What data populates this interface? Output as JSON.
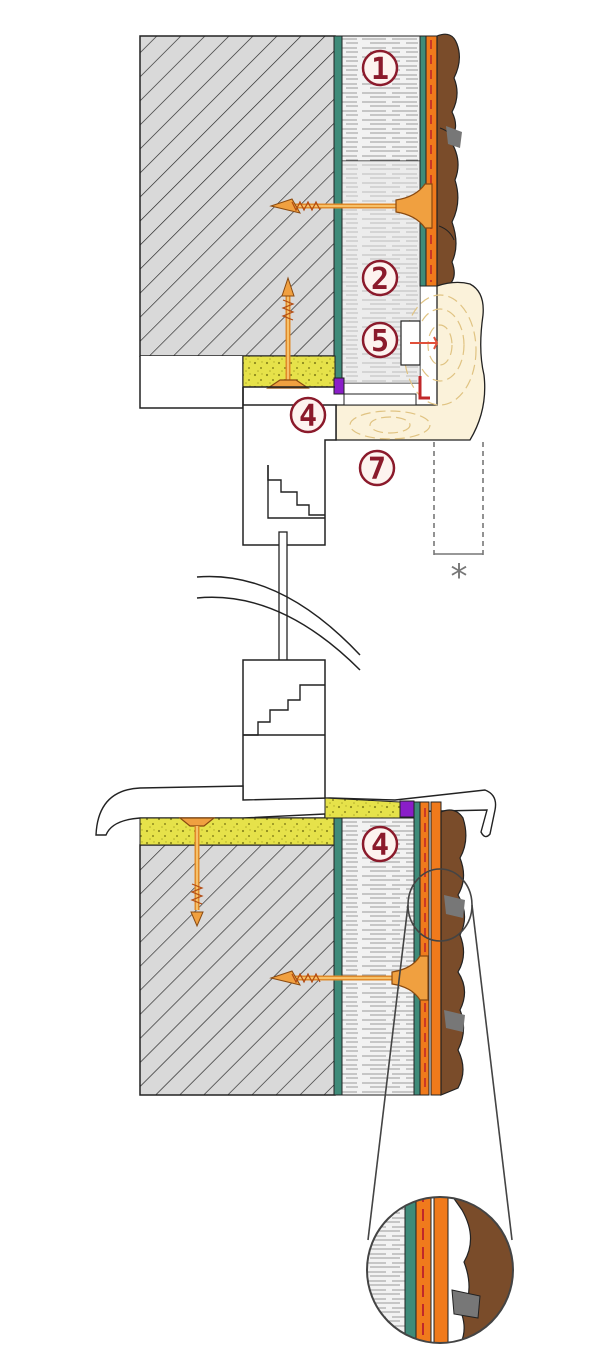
{
  "colors": {
    "masonry_fill": "#d9d9d9",
    "hatch": "#222222",
    "insulation_fill": "#f2f2f2",
    "insulation_lines": "#9a9a9a",
    "board_green": "#3f8b79",
    "render_orange": "#f07a1c",
    "mesh_red": "#c0282a",
    "stone_brown": "#7a4c2a",
    "stone_grey": "#777777",
    "mineral_yellow": "#e6e24a",
    "sealant_purple": "#8a1ec8",
    "anchor": "#f0a040",
    "wood_fill": "#fbf2da",
    "wood_ring": "#e0c382",
    "callout_ring": "#8b1a2b",
    "callout_fill": "#fdf3ef",
    "dim_line": "#777777"
  },
  "callouts": {
    "c1": "1",
    "c2": "2",
    "c5": "5",
    "c4_top": "4",
    "c7": "7",
    "c4_bottom": "4"
  },
  "dimension_mark": "*"
}
